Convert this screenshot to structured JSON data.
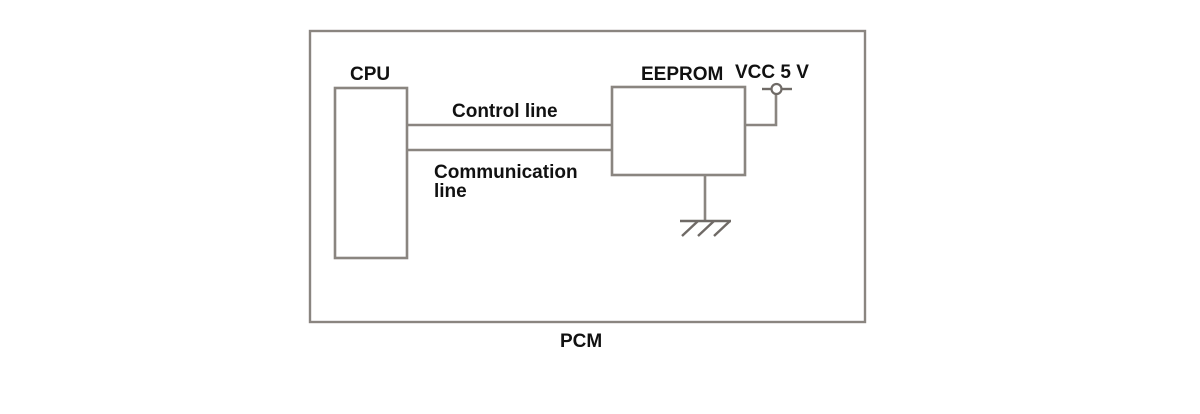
{
  "diagram": {
    "title_label": "PCM",
    "blocks": [
      {
        "id": "cpu",
        "label": "CPU"
      },
      {
        "id": "eeprom",
        "label": "EEPROM"
      }
    ],
    "connections": [
      {
        "id": "control",
        "label": "Control line"
      },
      {
        "id": "communication",
        "label_line1": "Communication",
        "label_line2": "line"
      }
    ],
    "power": {
      "label": "VCC 5 V",
      "terminal_icon": "power-terminal-circle-icon"
    },
    "ground": {
      "icon": "chassis-ground-icon"
    },
    "colors": {
      "line": "#8a8580",
      "symbol": "#6f6a66",
      "text": "#111111",
      "background": "#ffffff"
    }
  }
}
